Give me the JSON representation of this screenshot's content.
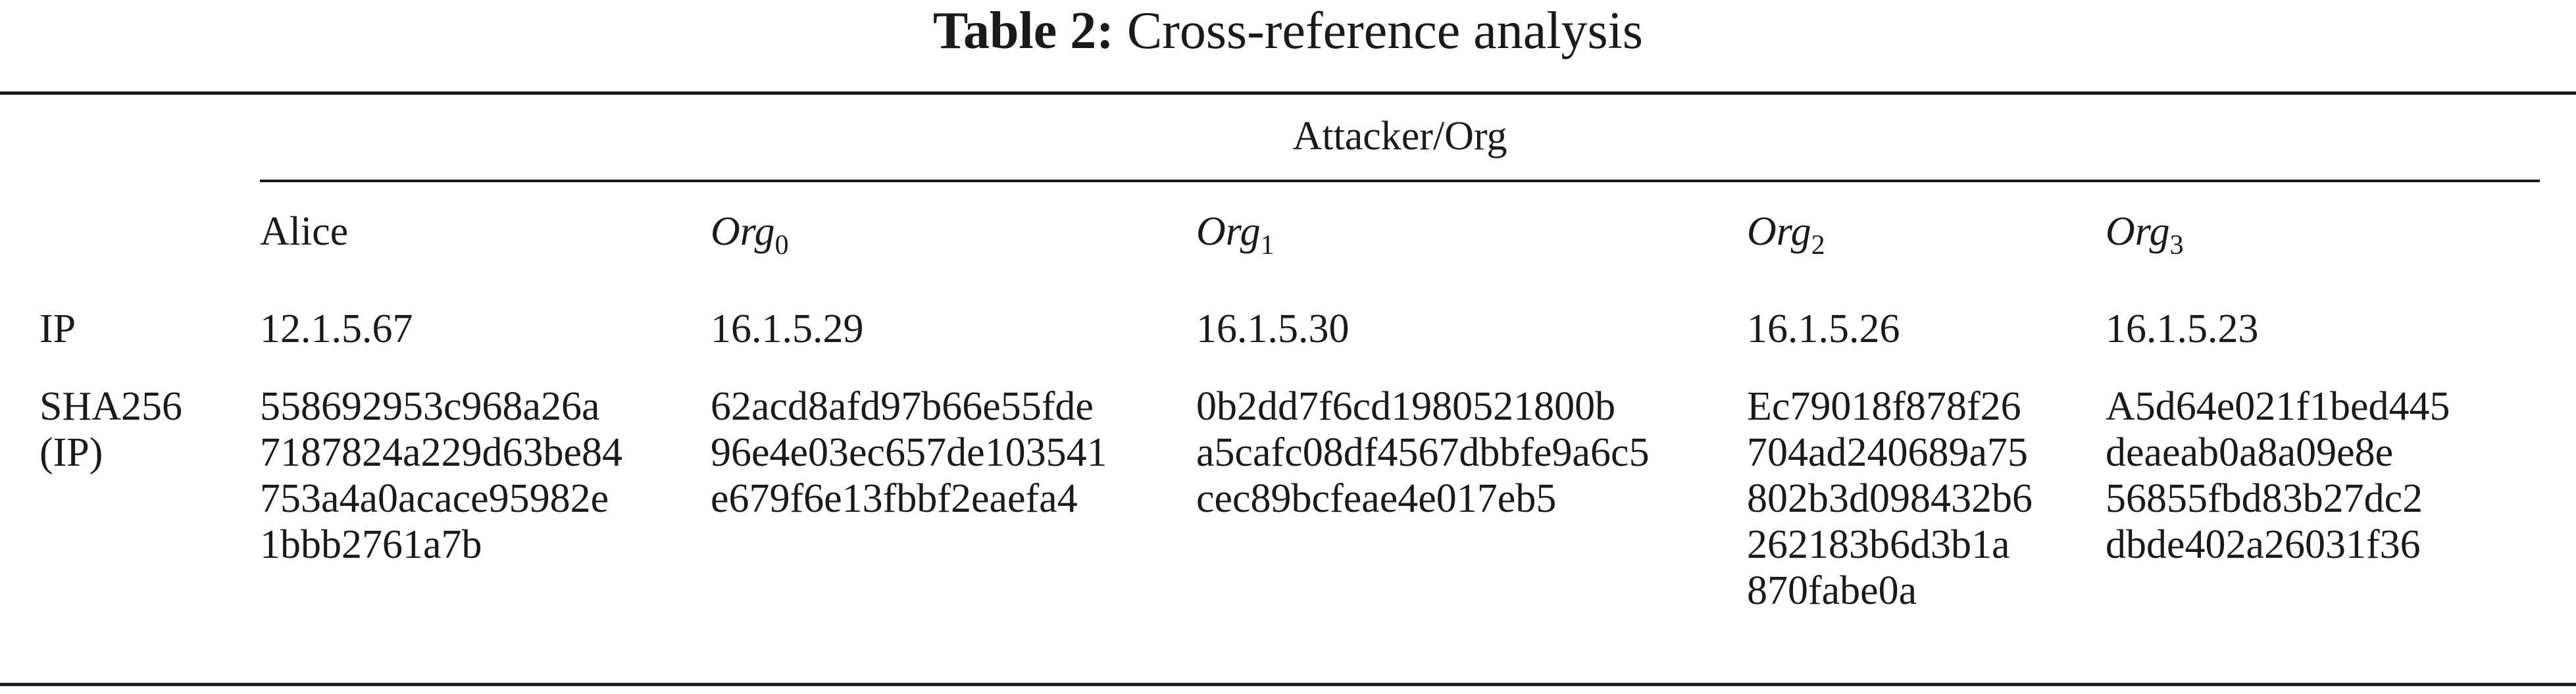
{
  "caption": {
    "label": "Table 2:",
    "title": "Cross-reference analysis"
  },
  "table": {
    "group_header": "Attacker/Org",
    "columns": [
      {
        "base": "Alice",
        "subscript": ""
      },
      {
        "base": "Org",
        "subscript": "0"
      },
      {
        "base": "Org",
        "subscript": "1"
      },
      {
        "base": "Org",
        "subscript": "2"
      },
      {
        "base": "Org",
        "subscript": "3"
      }
    ],
    "rows": [
      {
        "label_lines": [
          "IP"
        ],
        "cells": [
          [
            "12.1.5.67"
          ],
          [
            "16.1.5.29"
          ],
          [
            "16.1.5.30"
          ],
          [
            "16.1.5.26"
          ],
          [
            "16.1.5.23"
          ]
        ]
      },
      {
        "label_lines": [
          "SHA256",
          "(IP)"
        ],
        "cells": [
          [
            "558692953c968a26a",
            "7187824a229d63be84",
            "753a4a0acace95982e",
            "1bbb2761a7b"
          ],
          [
            "62acd8afd97b66e55fde",
            "96e4e03ec657de103541",
            "e679f6e13fbbf2eaefa4"
          ],
          [
            "0b2dd7f6cd1980521800b",
            "a5cafc08df4567dbbfe9a6c5",
            "cec89bcfeae4e017eb5"
          ],
          [
            "Ec79018f878f26",
            "704ad240689a75",
            "802b3d098432b6",
            "262183b6d3b1a",
            "870fabe0a"
          ],
          [
            "A5d64e021f1bed445",
            "deaeab0a8a09e8e",
            "56855fbd83b27dc2",
            "dbde402a26031f36"
          ]
        ]
      }
    ]
  }
}
